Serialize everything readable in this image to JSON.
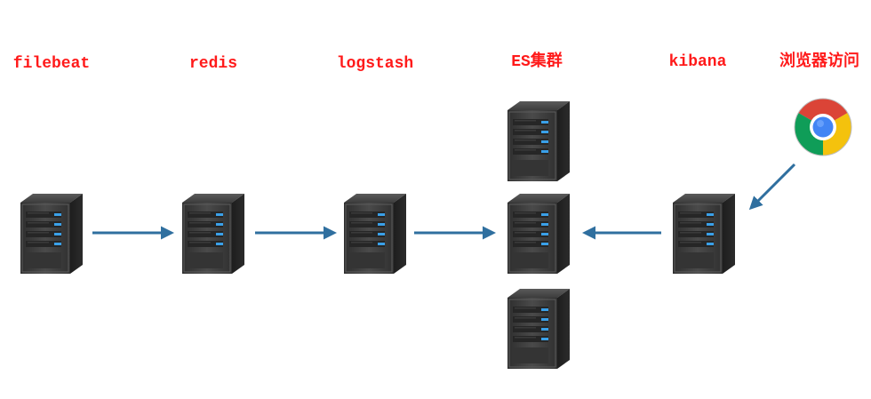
{
  "diagram": {
    "nodes": [
      {
        "id": "filebeat",
        "label": "filebeat"
      },
      {
        "id": "redis",
        "label": "redis"
      },
      {
        "id": "logstash",
        "label": "logstash"
      },
      {
        "id": "es",
        "label": "ES集群"
      },
      {
        "id": "kibana",
        "label": "kibana"
      },
      {
        "id": "browser",
        "label": "浏览器访问"
      }
    ],
    "edges": [
      {
        "from": "filebeat",
        "to": "redis"
      },
      {
        "from": "redis",
        "to": "logstash"
      },
      {
        "from": "logstash",
        "to": "es"
      },
      {
        "from": "kibana",
        "to": "es"
      },
      {
        "from": "browser",
        "to": "kibana"
      }
    ],
    "colors": {
      "label": "#ff1a1a",
      "arrow": "#2f6f9f",
      "server_dark": "#3a3a3a",
      "server_led": "#3aa0e8"
    },
    "icons": {
      "server": "server-tower-icon",
      "browser": "chrome-browser-icon"
    }
  }
}
